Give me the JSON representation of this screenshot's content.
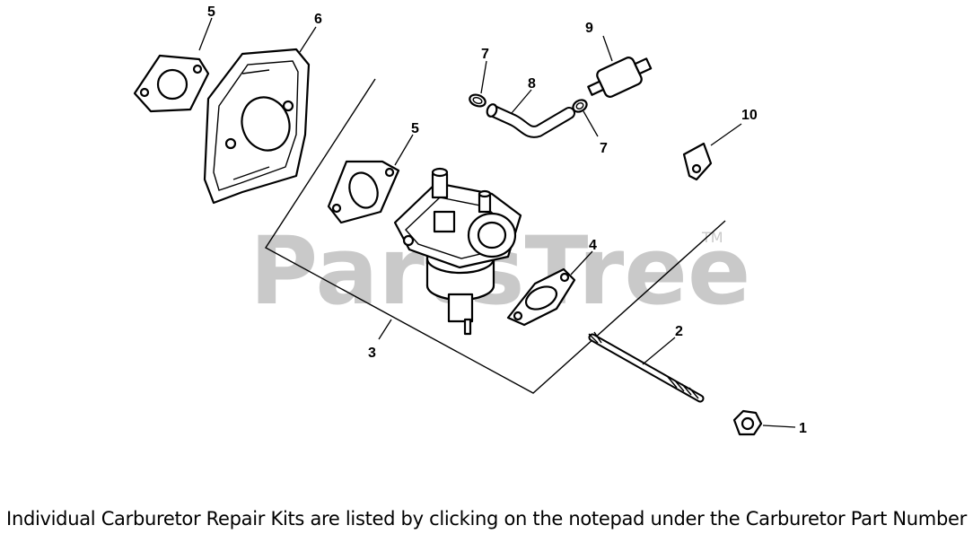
{
  "watermark": {
    "text": "PartsTree",
    "trademark": "TM"
  },
  "callouts": [
    {
      "id": "5a",
      "label": "5"
    },
    {
      "id": "6",
      "label": "6"
    },
    {
      "id": "7a",
      "label": "7"
    },
    {
      "id": "8",
      "label": "8"
    },
    {
      "id": "9",
      "label": "9"
    },
    {
      "id": "10",
      "label": "10"
    },
    {
      "id": "5b",
      "label": "5"
    },
    {
      "id": "7b",
      "label": "7"
    },
    {
      "id": "4",
      "label": "4"
    },
    {
      "id": "2",
      "label": "2"
    },
    {
      "id": "3",
      "label": "3"
    },
    {
      "id": "1",
      "label": "1"
    }
  ],
  "footer": {
    "note": "Individual Carburetor Repair Kits are listed by clicking on the notepad under the Carburetor Part Number"
  }
}
